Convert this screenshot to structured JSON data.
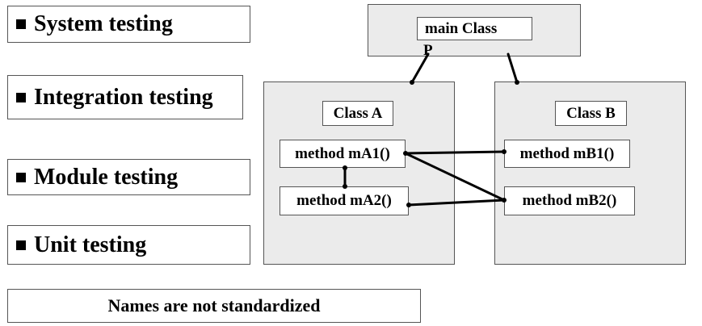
{
  "testing_levels": [
    {
      "label": "System testing"
    },
    {
      "label": "Integration testing"
    },
    {
      "label": "Module testing"
    },
    {
      "label": "Unit testing"
    }
  ],
  "diagram": {
    "main_class": {
      "label": "main Class",
      "sub_label": "P"
    },
    "class_a": {
      "label": "Class A",
      "methods": [
        "method mA1()",
        "method mA2()"
      ]
    },
    "class_b": {
      "label": "Class B",
      "methods": [
        "method mB1()",
        "method mB2()"
      ]
    }
  },
  "note": "Names are not standardized"
}
